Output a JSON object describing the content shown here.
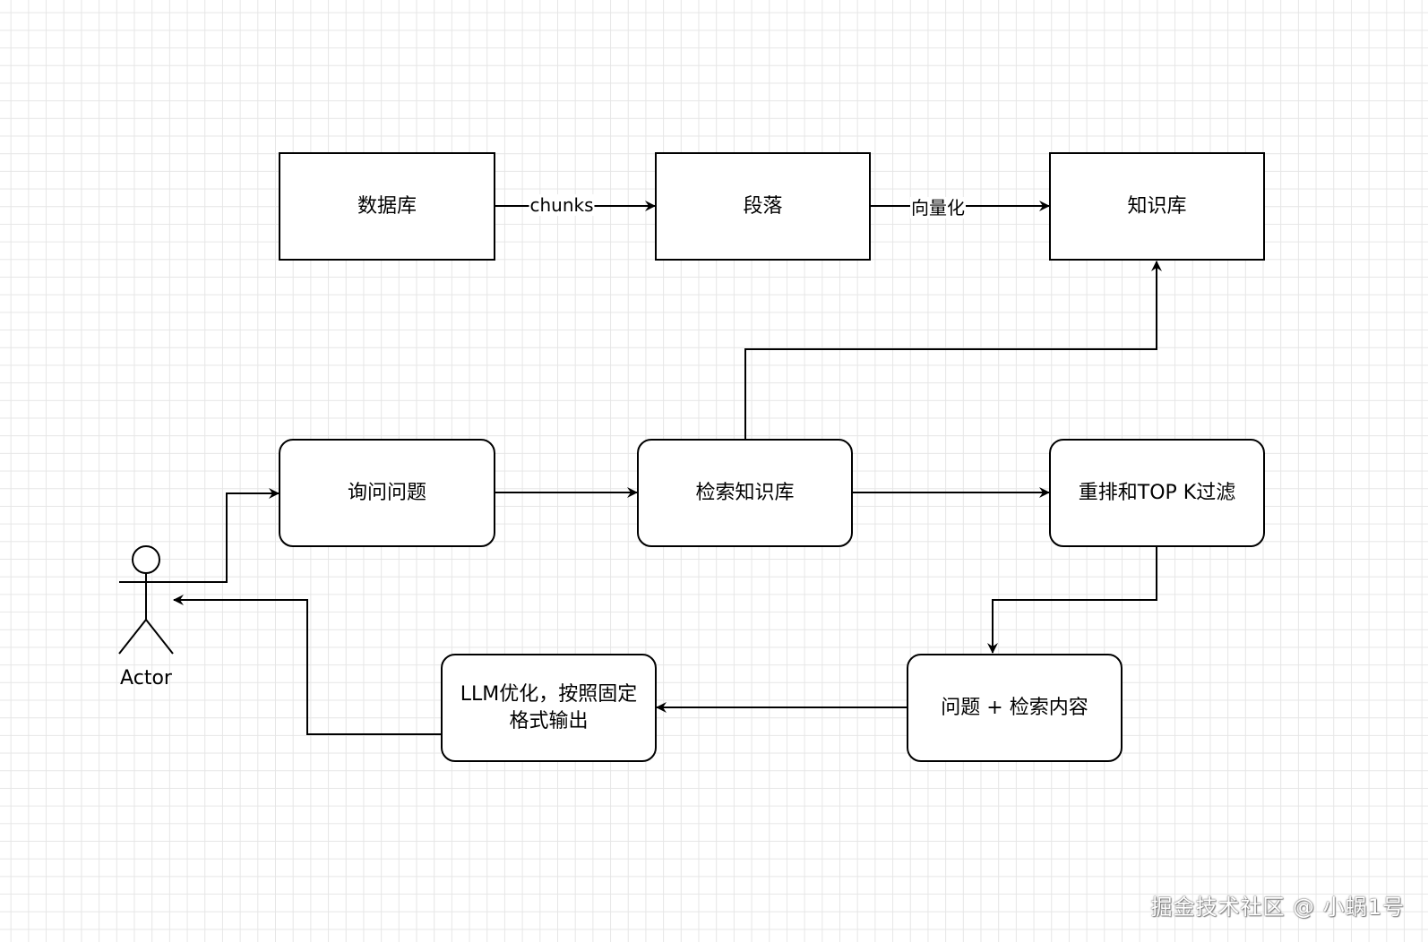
{
  "nodes": {
    "database": "数据库",
    "paragraph": "段落",
    "knowledge_base": "知识库",
    "ask_question": "询问问题",
    "search_kb": "检索知识库",
    "rerank": "重排和TOP K过滤",
    "question_plus": "问题 + 检索内容",
    "llm_optimize": "LLM优化，按照固定\n格式输出"
  },
  "edge_labels": {
    "chunks": "chunks",
    "vectorize": "向量化"
  },
  "actor": {
    "label": "Actor"
  },
  "watermark": "掘金技术社区 @ 小蜗1号",
  "colors": {
    "stroke": "#000000",
    "grid": "#e6e6e6",
    "background": "#ffffff"
  }
}
